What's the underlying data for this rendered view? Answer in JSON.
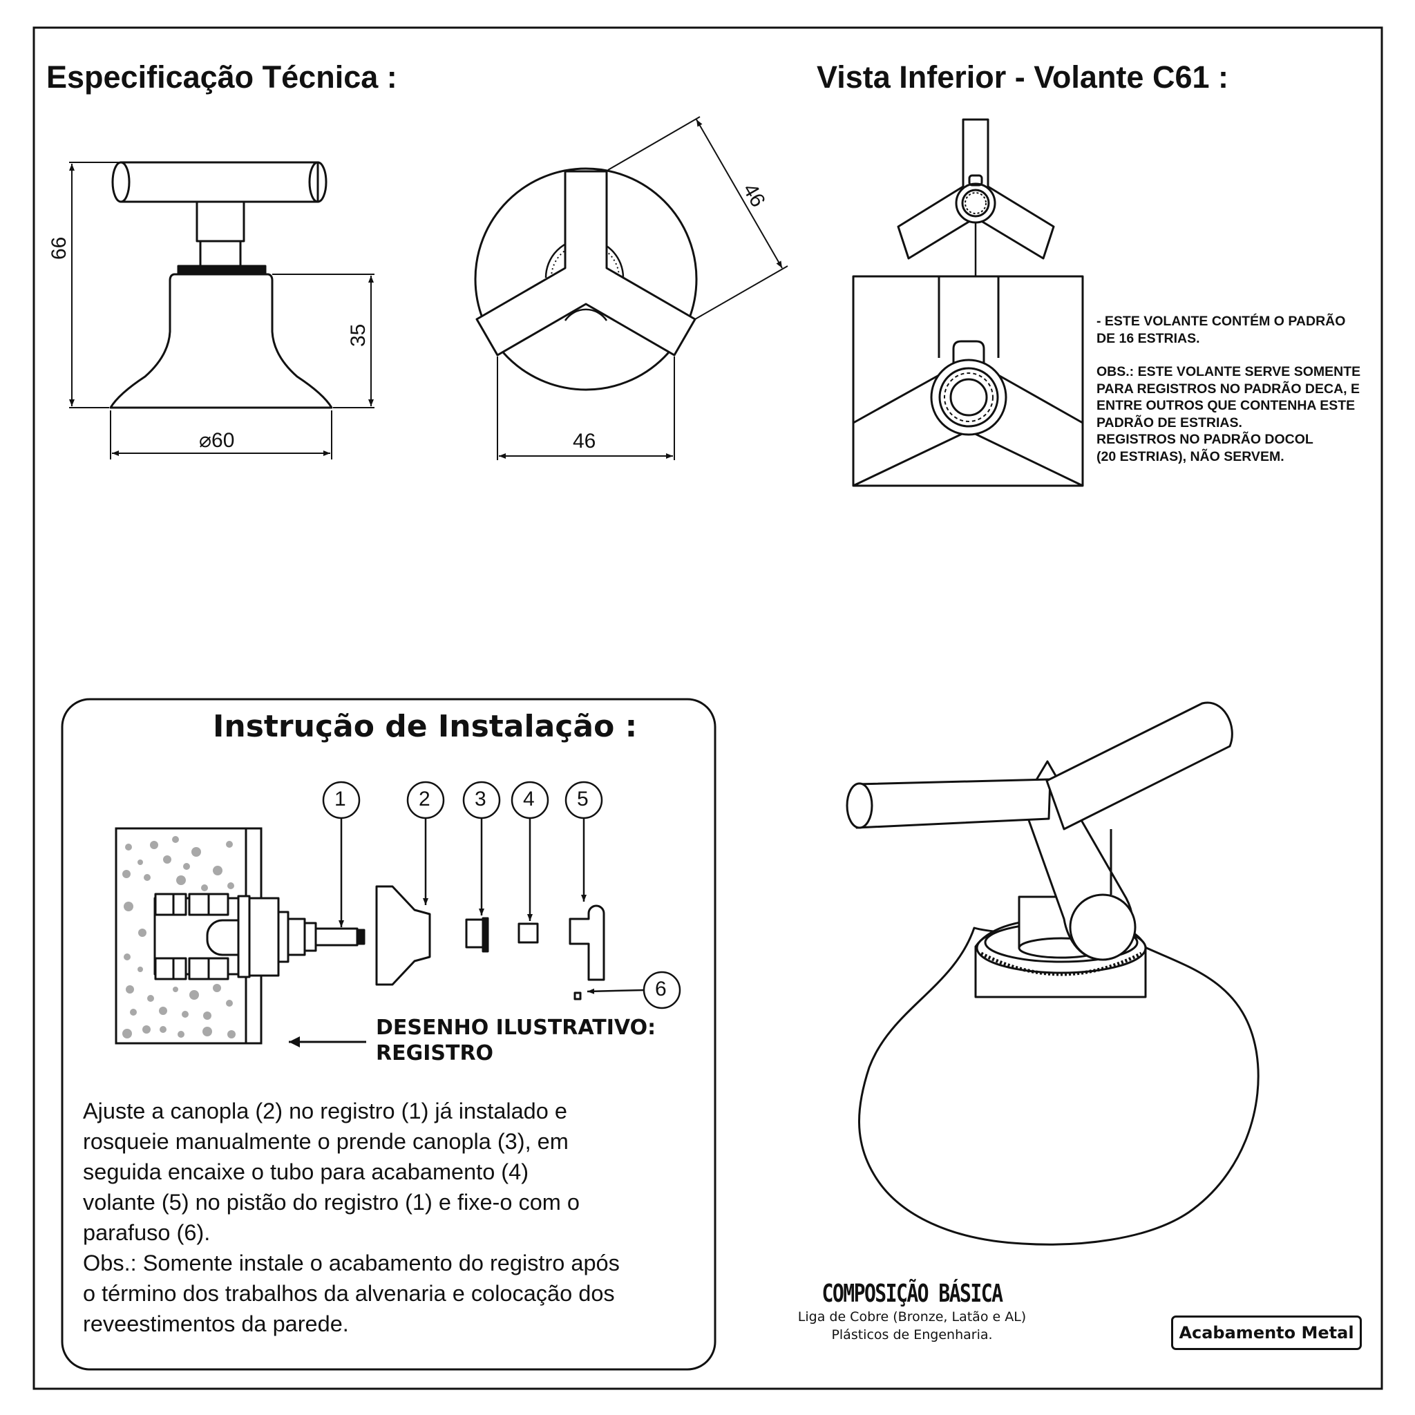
{
  "spec": {
    "title": "Especificação Técnica :",
    "dims": {
      "height_total": "66",
      "base_height": "35",
      "base_diameter": "⌀60",
      "top_width": "46",
      "top_diag": "46"
    }
  },
  "bottom_view": {
    "title": "Vista Inferior - Volante C61 :",
    "note": [
      "- ESTE VOLANTE CONTÉM O PADRÃO",
      "DE 16 ESTRIAS.",
      "",
      "OBS.: ESTE VOLANTE SERVE SOMENTE",
      "PARA REGISTROS NO PADRÃO DECA, E",
      "ENTRE OUTROS QUE CONTENHA ESTE",
      "PADRÃO DE ESTRIAS.",
      "REGISTROS NO PADRÃO DOCOL",
      "(20 ESTRIAS), NÃO SERVEM."
    ]
  },
  "install": {
    "title": "Instrução de Instalação :",
    "callouts": [
      "1",
      "2",
      "3",
      "4",
      "5",
      "6"
    ],
    "caption": [
      "DESENHO ILUSTRATIVO:",
      "REGISTRO"
    ],
    "text": [
      "Ajuste a canopla (2) no registro (1) já instalado e",
      "rosqueie manualmente o prende canopla (3), em",
      "seguida encaixe o tubo para acabamento (4)",
      "volante (5) no pistão do registro (1) e fixe-o com o",
      "parafuso (6).",
      "Obs.: Somente instale o acabamento do registro após",
      "o término dos trabalhos da alvenaria e colocação dos",
      "reveestimentos da parede."
    ]
  },
  "composition": {
    "title": "COMPOSIÇÃO BÁSICA",
    "lines": [
      "Liga de Cobre (Bronze, Latão e AL)",
      "Plásticos de Engenharia."
    ]
  },
  "finish_badge": "Acabamento Metal"
}
